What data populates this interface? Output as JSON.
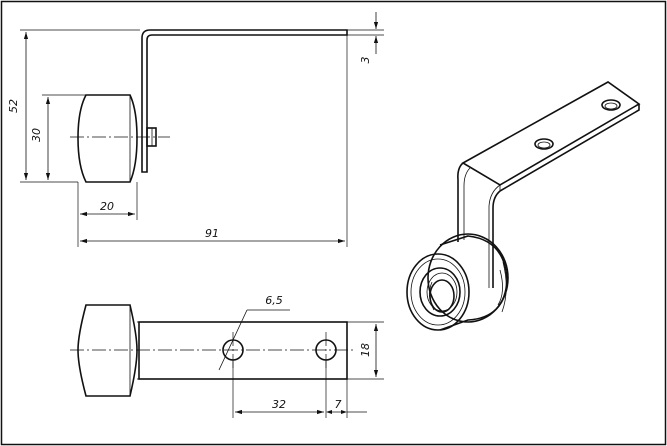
{
  "dimensions": {
    "height_total": "52",
    "height_roller": "30",
    "thickness": "3",
    "roller_width": "20",
    "length_total": "91",
    "hole_diameter": "6,5",
    "strip_width": "18",
    "hole_spacing": "32",
    "hole_edge": "7"
  },
  "colors": {
    "line": "#111111",
    "background": "#ffffff"
  }
}
